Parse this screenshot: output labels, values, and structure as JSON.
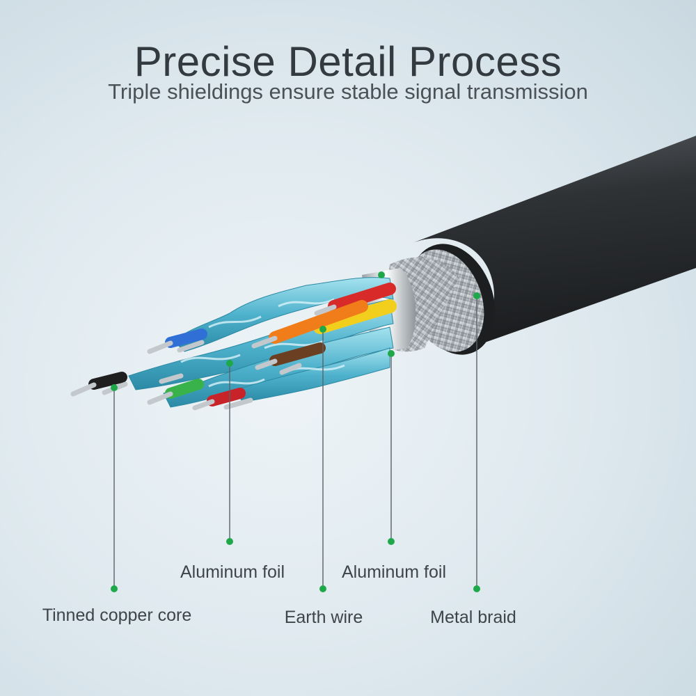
{
  "heading": {
    "title": "Precise Detail Process",
    "subtitle": "Triple shieldings ensure stable signal transmission"
  },
  "callouts": [
    {
      "label": "Tinned copper core",
      "dot_color": "#1fa84a"
    },
    {
      "label": "Aluminum foil",
      "dot_color": "#1fa84a"
    },
    {
      "label": "Earth wire",
      "dot_color": "#1fa84a"
    },
    {
      "label": "Aluminum foil",
      "dot_color": "#1fa84a"
    },
    {
      "label": "Metal braid",
      "dot_color": "#1fa84a"
    }
  ],
  "colors": {
    "jacket": "#2b2e31",
    "braid": "#b9bec2",
    "foil_inner": "#e3e6e8",
    "pair_shield": "#58b8d0",
    "wire_colors": [
      "#1f1f1f",
      "#2f6fd6",
      "#39b24a",
      "#d92a2a",
      "#f07d1a",
      "#f2cf1d",
      "#6b3f22",
      "#c9232a"
    ]
  }
}
